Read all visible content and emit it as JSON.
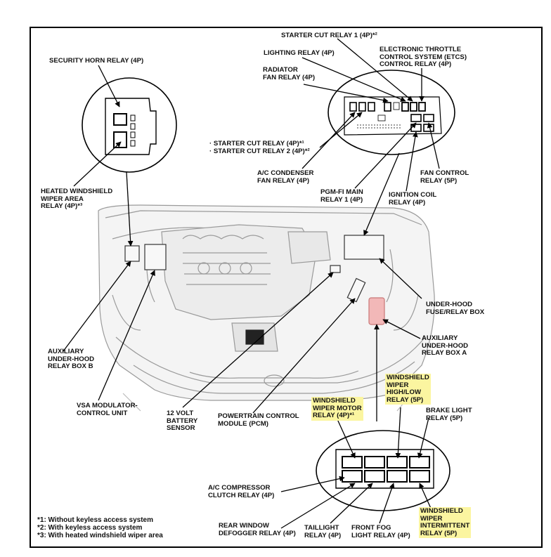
{
  "labels": {
    "starter_cut_relay_1": "STARTER CUT RELAY 1 (4P)*²",
    "lighting_relay": "LIGHTING RELAY (4P)",
    "etcs_relay": "ELECTRONIC THROTTLE\nCONTROL SYSTEM (ETCS)\nCONTROL RELAY (4P)",
    "radiator_fan_relay": "RADIATOR\nFAN RELAY (4P)",
    "security_horn_relay": "SECURITY HORN RELAY (4P)",
    "starter_cut_relay": "· STARTER CUT RELAY (4P)*¹\n· STARTER CUT RELAY 2 (4P)*²",
    "ac_condenser_fan_relay": "A/C CONDENSER\nFAN RELAY (4P)",
    "fan_control_relay": "FAN CONTROL\nRELAY (5P)",
    "pgm_fi_main_relay": "PGM-FI MAIN\nRELAY 1 (4P)",
    "ignition_coil_relay": "IGNITION COIL\nRELAY (4P)",
    "heated_windshield_relay": "HEATED WINDSHIELD\nWIPER AREA\nRELAY (4P)*³",
    "under_hood_fuse_box": "UNDER-HOOD\nFUSE/RELAY BOX",
    "aux_under_hood_box_a": "AUXILIARY\nUNDER-HOOD\nRELAY BOX A",
    "aux_under_hood_box_b": "AUXILIARY\nUNDER-HOOD\nRELAY BOX B",
    "wiper_high_low_relay": "WINDSHIELD\nWIPER\nHIGH/LOW\nRELAY (5P)",
    "vsa_modulator": "VSA MODULATOR-\nCONTROL UNIT",
    "battery_sensor": "12 VOLT\nBATTERY\nSENSOR",
    "pcm": "POWERTRAIN CONTROL\nMODULE (PCM)",
    "wiper_motor_relay": "WINDSHIELD\nWIPER MOTOR\nRELAY (4P)*¹",
    "brake_light_relay": "BRAKE LIGHT\nRELAY (5P)",
    "ac_compressor_relay": "A/C COMPRESSOR\nCLUTCH RELAY (4P)",
    "rear_defogger_relay": "REAR WINDOW\nDEFOGGER RELAY (4P)",
    "taillight_relay": "TAILLIGHT\nRELAY (4P)",
    "front_fog_relay": "FRONT FOG\nLIGHT RELAY (4P)",
    "wiper_intermittent_relay": "WINDSHIELD\nWIPER\nINTERMITTENT\nRELAY (5P)"
  },
  "footnotes": {
    "note1": "*1: Without keyless access system",
    "note2": "*2: With keyless access system",
    "note3": "*3: With heated windshield wiper area"
  },
  "colors": {
    "highlight": "#fbf5a0",
    "component_marker": "#f2b8b8"
  }
}
